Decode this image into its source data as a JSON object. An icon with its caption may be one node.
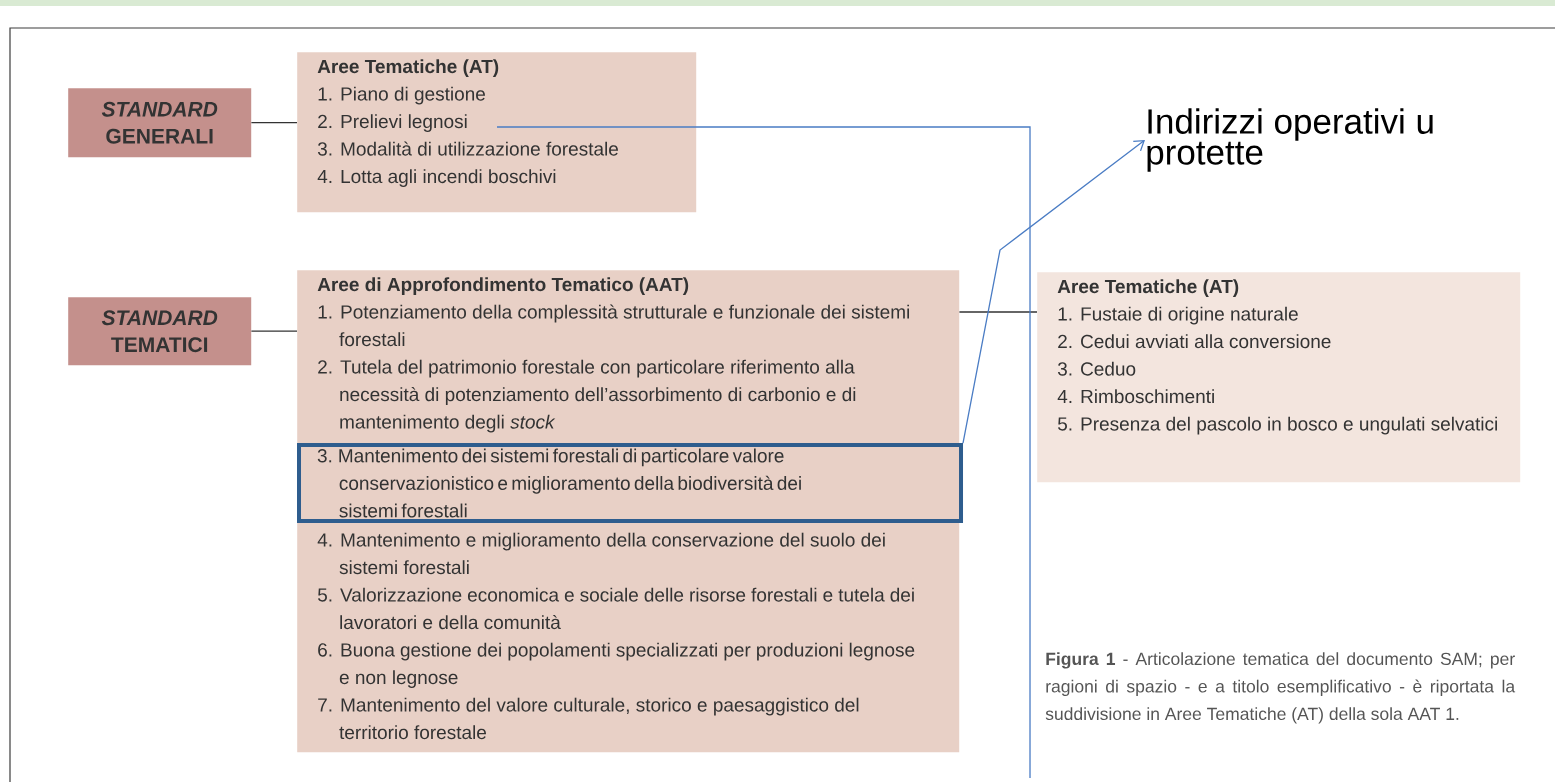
{
  "diagram": {
    "nodes": [
      {
        "text": [
          "*STANDARD* GENERALI"
        ]
      },
      {
        "text": [
          "Aree Tematiche (AT)",
          "1. Piano di gestione",
          "2. Prelievi legnosi",
          "3. Modalità di utilizzazione forestale",
          "4. Lotta agli incendi boschivi"
        ]
      },
      {
        "text": [
          "*STANDARD* TEMATICI"
        ]
      },
      {
        "text": [
          "Aree di Approfondimento Tematico (AAT)",
          "1. Potenziamento della complessità strutturale e funzionale dei sistemi forestali",
          "2. Tutela del patrimonio forestale con particolare riferimento alla necessità di potenziamento dell’assorbimento di carbonio e di mantenimento degli *stock*",
          "4. Mantenimento e miglioramento della conservazione del suolo dei sistemi forestali",
          "5. Valorizzazione economica e sociale delle risorse forestali e tutela dei lavoratori e della comunità",
          "6. Buona gestione dei popolamenti specializzati per produzioni legnose e non legnose",
          "7. Mantenimento del valore culturale, storico e paesaggistico del territorio forestale"
        ]
      },
      {
        "text": [
          "3. Mantenimento dei sistemi forestali di particolare valore conservazionistico e miglioramento della biodiversità dei sistemi forestali"
        ],
        "in": 3
      },
      {
        "text": [
          "Aree Tematiche (AT)",
          "1. Fustaie di origine naturale",
          "2. Cedui avviati alla conversione",
          "3. Ceduo",
          "4. Rimboschimenti",
          "5. Presenza del pascolo in bosco e ungulati selvatici"
        ]
      },
      {
        "text": [
          "Indirizzi operativi u protette"
        ]
      }
    ],
    "edges": [
      {
        "from": 0,
        "to": 1,
        "arrow": "none"
      },
      {
        "from": 2,
        "to": 3,
        "arrow": "none"
      },
      {
        "from": 3,
        "to": 5,
        "arrow": "none"
      },
      {
        "from": 4,
        "to": 6,
        "arrow": "to",
        "color": "#4a7cc4"
      },
      {
        "from": 1,
        "to": null,
        "arrow": "none",
        "color": "#4a7cc4"
      }
    ],
    "caption": "**Figura 1** - Articolazione tematica del documento SAM; per ragioni di spazio - e a titolo esemplificativo - è riportata la suddivisione in Aree Tematiche (AT) della sola AAT 1."
  }
}
